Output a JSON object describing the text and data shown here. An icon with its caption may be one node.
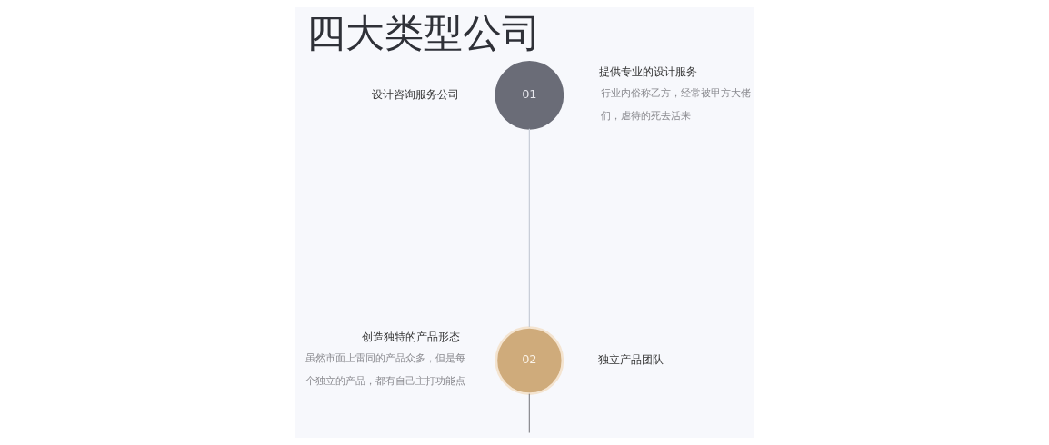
{
  "diagram": {
    "title": "四大类型公司",
    "nodes": [
      {
        "text": [
          "01"
        ],
        "beside": [
          "设计咨询服务公司",
          "提供专业的设计服务",
          "行业内俗称乙方，经常被甲方大佬们，虐待的死去活来"
        ]
      },
      {
        "text": [
          "02"
        ],
        "beside": [
          "创造独特的产品形态",
          "虽然市面上雷同的产品众多，但是每个独立的产品，都有自己主打功能点",
          "独立产品团队"
        ]
      }
    ],
    "edges": [
      {
        "from": 0,
        "to": 1,
        "arrow": "none"
      },
      {
        "from": 1,
        "to": null,
        "arrow": "none",
        "color": "#8e8e93"
      }
    ]
  }
}
